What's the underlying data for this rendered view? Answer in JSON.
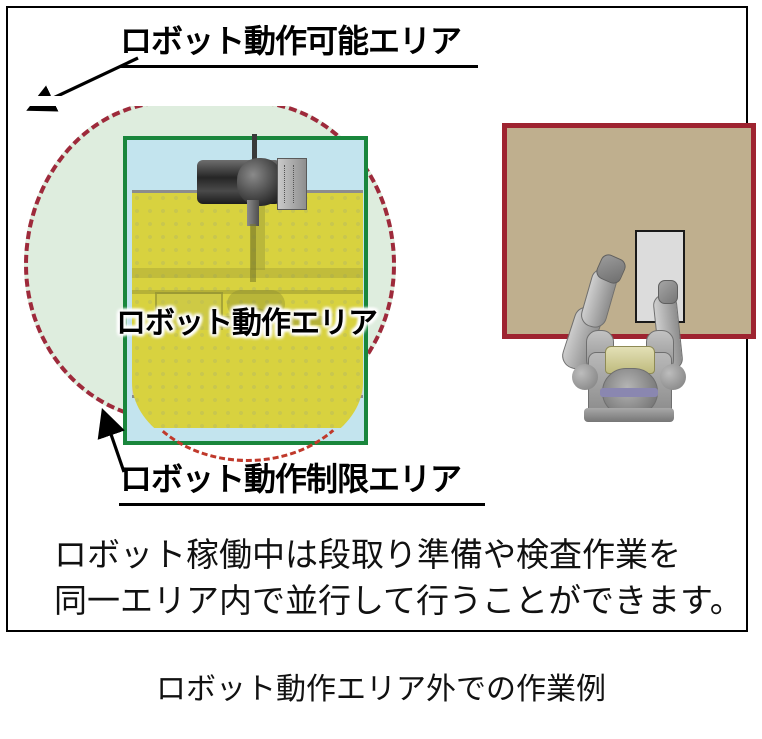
{
  "figure": {
    "caption": "ロボット動作エリア外での作業例"
  },
  "callouts": {
    "reachable_area": {
      "label": "ロボット動作可能エリア",
      "arrow": "arrow-down-left"
    },
    "operating_area": {
      "label": "ロボット動作エリア"
    },
    "restricted_area": {
      "label": "ロボット動作制限エリア",
      "arrow": "arrow-up-right"
    }
  },
  "body": {
    "lines": [
      "ロボット稼働中は段取り準備や検査作業を",
      "同一エリア内で並行して行うことができます。"
    ]
  },
  "colors": {
    "frame_border": "#000000",
    "reachable_area_fill": "#DEEDDE",
    "reachable_area_dash": "#9E2A3B",
    "enclosure_border": "#19863C",
    "enclosure_fill": "#C3E4EE",
    "work_table_fill": "#D8D23F",
    "restricted_band_fill": "#CFCFCF",
    "brown_table_fill": "#BFAF8E",
    "brown_table_border": "#9E2330",
    "workpiece_fill": "#DCDCDC",
    "robot_body": "#9A9A9A"
  },
  "icons": {
    "machine_head": "machine-head-icon",
    "robot": "humanoid-robot-icon",
    "workpiece": "workpiece-icon"
  }
}
